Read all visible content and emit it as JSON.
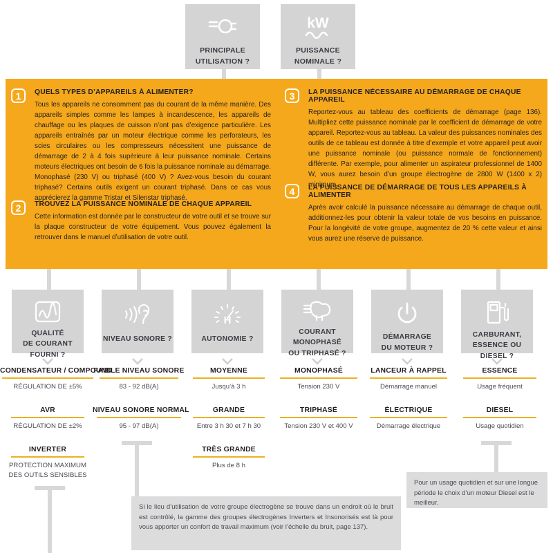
{
  "accent": {
    "yellow": "#f5a81c",
    "rule": "#edb11d",
    "grey_box": "#d4d4d4",
    "grey_line": "#d8d8d8",
    "note_bg": "#dcdcdc",
    "text_dark": "#231f20"
  },
  "top_boxes": [
    {
      "icon": "power-plug-icon",
      "label_line1": "PRINCIPALE",
      "label_line2": "UTILISATION ?"
    },
    {
      "icon": "kw-ac-icon",
      "label_line1": "PUISSANCE",
      "label_line2": "NOMINALE ?"
    }
  ],
  "sections": [
    {
      "number": "1",
      "title": "QUELS TYPES D’APPAREILS À ALIMENTER?",
      "body": "Tous les appareils ne consomment pas du courant de la même manière. Des appareils simples comme les lampes à incandescence, les appareils de chauffage ou les plaques de cuisson n’ont pas d’exigence particulière. Les appareils entraînés par un moteur électrique comme les perforateurs, les scies circulaires ou les compresseurs nécessitent une puissance de démarrage de 2 à 4 fois supérieure à leur puissance nominale. Certains moteurs électriques ont besoin de 6 fois la puissance nominale au démarrage. Monophasé (230 V) ou triphasé (400 V) ? Avez-vous besoin du courant triphasé? Certains outils exigent un courant triphasé. Dans ce cas vous apprécierez la gamme Tristar et Silenstar triphasé."
    },
    {
      "number": "2",
      "title": "TROUVEZ LA PUISSANCE NOMINALE DE CHAQUE APPAREIL",
      "body": "Cette information est donnée par le constructeur de votre outil et se trouve sur la plaque constructeur de votre équipement. Vous pouvez également la retrouver dans le manuel d’utilisation de votre outil."
    },
    {
      "number": "3",
      "title": "LA PUISSANCE NÉCESSAIRE AU DÉMARRAGE DE CHAQUE APPAREIL",
      "body": "Reportez-vous au tableau des coefficients de démarrage (page 136). Multipliez cette puissance nominale par le coefficient de démarrage de votre appareil. Reportez-vous au tableau. La valeur des puissances nominales des outils de ce tableau est donnée à titre d’exemple et votre appareil peut avoir une puissance nominale (ou puissance normale de fonctionnement) différente. Par exemple, pour alimenter un aspirateur professionnel de 1400 W, vous aurez besoin d’un groupe électrogène de 2800 W (1400 x 2) minimum."
    },
    {
      "number": "4",
      "title": "LA PUISSANCE DE DÉMARRAGE DE TOUS LES APPAREILS À ALIMENTER",
      "body": "Après avoir calculé la puissance nécessaire au démarrage de chaque outil, additionnez-les pour obtenir la valeur totale de vos besoins en puissance. Pour la longévité de votre groupe, augmentez de 20 % cette valeur et ainsi vous aurez une réserve de puissance."
    }
  ],
  "columns": [
    {
      "icon": "waveform-icon",
      "label_line1": "QUALITÉ",
      "label_line2": "DE COURANT FOURNI ?",
      "options": [
        {
          "title": "CONDENSATEUR / COMPOUND",
          "sub": "RÉGULATION DE ±5%"
        },
        {
          "title": "AVR",
          "sub": "RÉGULATION DE ±2%"
        },
        {
          "title": "INVERTER",
          "sub": "PROTECTION MAXIMUM DES OUTILS SENSIBLES"
        }
      ]
    },
    {
      "icon": "ear-sound-icon",
      "label_line1": "NIVEAU SONORE ?",
      "label_line2": "",
      "options": [
        {
          "title": "FAIBLE NIVEAU SONORE",
          "sub": "83 - 92 dB(A)"
        },
        {
          "title": "NIVEAU SONORE NORMAL",
          "sub": "95 - 97 dB(A)"
        }
      ]
    },
    {
      "icon": "gauge-hour-icon",
      "label_line1": "AUTONOMIE ?",
      "label_line2": "",
      "options": [
        {
          "title": "MOYENNE",
          "sub": "Jusqu’à 3 h"
        },
        {
          "title": "GRANDE",
          "sub": "Entre 3 h 30 et 7 h 30"
        },
        {
          "title": "TRÈS GRANDE",
          "sub": "Plus de 8 h"
        }
      ]
    },
    {
      "icon": "socket-outlet-icon",
      "label_line1": "COURANT MONOPHASÉ",
      "label_line2": "OU TRIPHASÉ ?",
      "options": [
        {
          "title": "MONOPHASÉ",
          "sub": "Tension 230 V"
        },
        {
          "title": "TRIPHASÉ",
          "sub": "Tension 230 V et 400 V"
        }
      ]
    },
    {
      "icon": "power-button-icon",
      "label_line1": "DÉMARRAGE",
      "label_line2": "DU MOTEUR ?",
      "options": [
        {
          "title": "LANCEUR À RAPPEL",
          "sub": "Démarrage manuel"
        },
        {
          "title": "ÉLECTRIQUE",
          "sub": "Démarrage électrique"
        }
      ]
    },
    {
      "icon": "fuel-pump-icon",
      "label_line1": "CARBURANT,",
      "label_line2": "ESSENCE OU DIESEL ?",
      "options": [
        {
          "title": "ESSENCE",
          "sub": "Usage fréquent"
        },
        {
          "title": "DIESEL",
          "sub": "Usage quotidien"
        }
      ]
    }
  ],
  "notes": [
    {
      "text": "Si le lieu d’utilisation de votre groupe électrogène se trouve dans un endroit où le bruit est contrôlé, la gamme des groupes électrogènes Inverters et Insonorisés est là pour vous apporter un confort de travail maximum (voir l’échelle du bruit, page 137)."
    },
    {
      "text": "Pour un usage quotidien et sur une longue période le choix d’un moteur Diesel est le meilleur."
    }
  ]
}
